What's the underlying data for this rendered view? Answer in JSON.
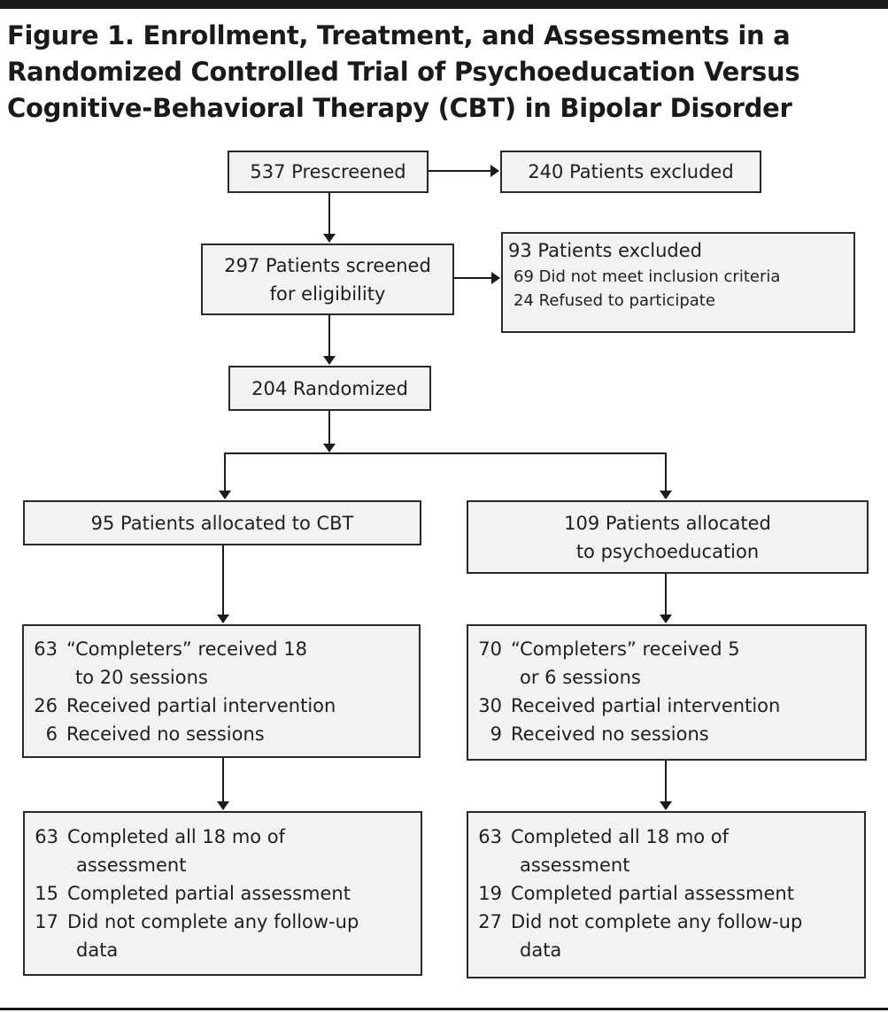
{
  "title": {
    "lines": [
      "Figure 1. Enrollment, Treatment, and Assessments in a",
      "Randomized Controlled Trial of Psychoeducation Versus",
      "Cognitive-Behavioral Therapy (CBT) in Bipolar Disorder"
    ]
  },
  "colors": {
    "box_fill": "#f2f2f2",
    "line": "#1a1a1a"
  },
  "nodes": {
    "prescreened": "537 Prescreened",
    "excluded_prescreen": "240 Patients excluded",
    "screened": [
      "297 Patients screened",
      "for eligibility"
    ],
    "excluded_screen": {
      "header": "93 Patients excluded",
      "items": [
        "69 Did not meet inclusion criteria",
        "24 Refused to participate"
      ]
    },
    "randomized": "204 Randomized",
    "cbt_alloc": "95 Patients allocated to CBT",
    "psy_alloc": [
      "109 Patients allocated",
      "to psychoeducation"
    ],
    "cbt_treatment": [
      {
        "n": "63",
        "text": "“Completers” received 18",
        "cont": "to 20 sessions"
      },
      {
        "n": "26",
        "text": "Received partial intervention"
      },
      {
        "n": "6",
        "text": "Received no sessions"
      }
    ],
    "psy_treatment": [
      {
        "n": "70",
        "text": "“Completers” received 5",
        "cont": "or 6 sessions"
      },
      {
        "n": "30",
        "text": "Received partial intervention"
      },
      {
        "n": "9",
        "text": "Received no sessions"
      }
    ],
    "cbt_assessment": [
      {
        "n": "63",
        "text": "Completed all 18 mo of",
        "cont": "assessment"
      },
      {
        "n": "15",
        "text": "Completed partial assessment"
      },
      {
        "n": "17",
        "text": "Did not complete any follow-up",
        "cont": "data"
      }
    ],
    "psy_assessment": [
      {
        "n": "63",
        "text": "Completed all 18 mo of",
        "cont": "assessment"
      },
      {
        "n": "19",
        "text": "Completed partial assessment"
      },
      {
        "n": "27",
        "text": "Did not complete any follow-up",
        "cont": "data"
      }
    ]
  }
}
